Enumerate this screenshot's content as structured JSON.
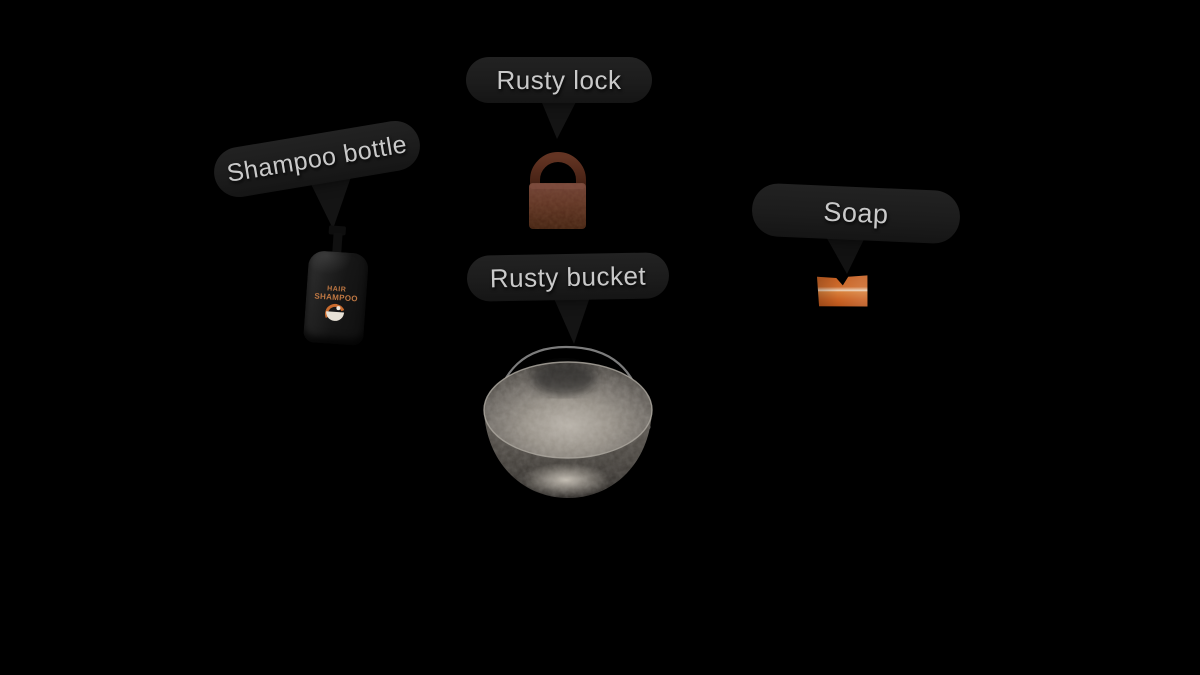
{
  "callouts": [
    {
      "id": "shampoo-bottle",
      "label": "Shampoo bottle"
    },
    {
      "id": "rusty-lock",
      "label": "Rusty lock"
    },
    {
      "id": "soap",
      "label": "Soap"
    },
    {
      "id": "rusty-bucket",
      "label": "Rusty bucket"
    }
  ],
  "objects": {
    "shampoo_bottle": {
      "printed_label": {
        "line1": "HAIR",
        "line2": "SHAMPOO"
      }
    }
  },
  "colors": {
    "background": "#000000",
    "bubble-bg": "#1c1c1c",
    "bubble-text": "#c9c9c9",
    "rust-brown": "#5f3323",
    "soap-orange": "#cb6324",
    "bucket-gray": "#8d8780",
    "bottle-accent": "#c07843"
  }
}
